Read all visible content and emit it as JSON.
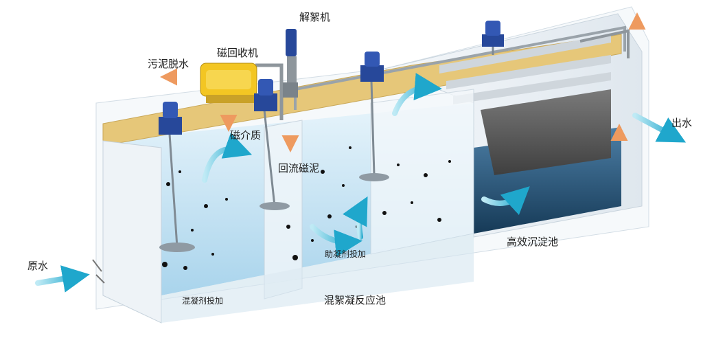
{
  "labels": {
    "raw_water": "原水",
    "sludge_dewatering": "污泥脱水",
    "magnetic_recovery": "磁回收机",
    "deflocculator": "解絮机",
    "magnetic_medium": "磁介质",
    "return_sludge": "回流磁泥",
    "coagulant_dosing": "混凝剂投加",
    "flocculant_dosing": "助凝剂投加",
    "coag_floc_tank": "混絮凝反应池",
    "sedimentation_tank": "高效沉淀池",
    "outlet": "出水"
  },
  "colors": {
    "water": "#b9ddf0",
    "water_deep": "#2f5f83",
    "tank_wall": "#eef3f7",
    "walkway": "#e6c779",
    "flow_arrow": "#39b8d6",
    "dosing_arrow": "#f2a36b",
    "motor": "#27489a",
    "recovery_unit": "#f3c623"
  }
}
